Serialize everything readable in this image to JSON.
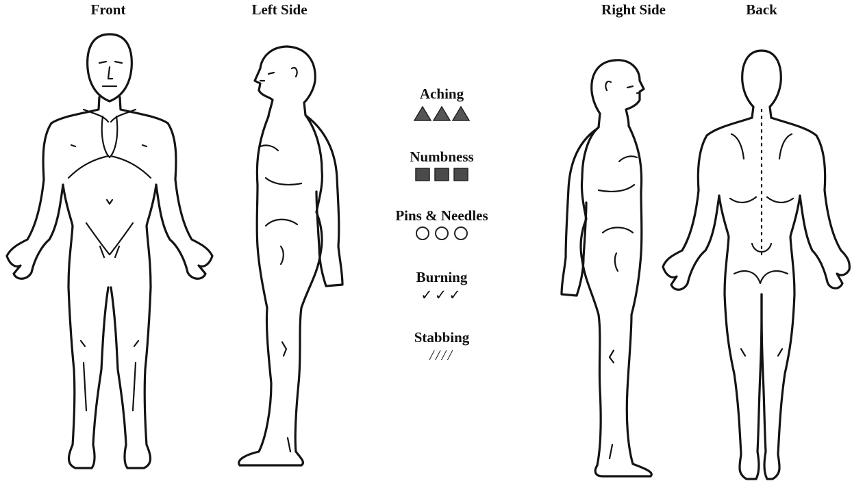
{
  "views": {
    "front": "Front",
    "left": "Left Side",
    "right": "Right Side",
    "back": "Back"
  },
  "legend": {
    "aching": {
      "label": "Aching",
      "symbol": "triangle",
      "count": 3,
      "color": "#555555"
    },
    "numbness": {
      "label": "Numbness",
      "symbol": "square",
      "count": 3,
      "color": "#4a4a4a"
    },
    "pins": {
      "label": "Pins & Needles",
      "symbol": "circle",
      "count": 3,
      "text": "OOO"
    },
    "burning": {
      "label": "Burning",
      "symbol": "check",
      "count": 3,
      "text": "✓✓✓"
    },
    "stabbing": {
      "label": "Stabbing",
      "symbol": "slash",
      "count": 4,
      "text": "////"
    }
  }
}
